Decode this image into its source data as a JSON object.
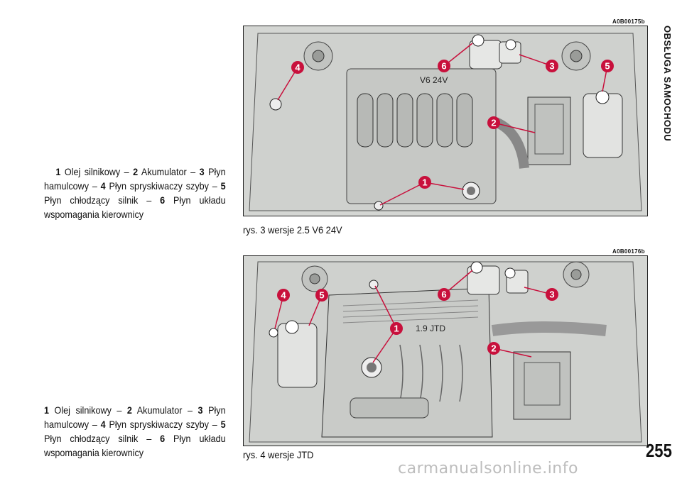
{
  "header": {
    "fig1_code": "A0B00175b",
    "fig2_code": "A0B00176b",
    "section_title": "OBSŁUGA SAMOCHODU"
  },
  "captions": {
    "n1": "1",
    "t1": " Olej silnikowy – ",
    "n2": "2",
    "t2": " Akumulator – ",
    "n3": "3",
    "t3": " Płyn hamulcowy – ",
    "n4": "4",
    "t4": " Płyn spryskiwaczy szyby – ",
    "n5": "5",
    "t5": " Płyn chłodzący silnik – ",
    "n6": "6",
    "t6": " Płyn układu wspomagania kierownicy"
  },
  "figures": {
    "fig1_label": "rys. 3 wersje 2.5 V6 24V",
    "fig2_label": "rys. 4 wersje JTD",
    "fig1_engine_text": "V6   24V",
    "fig2_engine_text": "1.9  JTD",
    "marker_color": "#c8103c",
    "fig1_markers": [
      "1",
      "2",
      "3",
      "4",
      "5",
      "6"
    ],
    "fig2_markers": [
      "1",
      "2",
      "3",
      "4",
      "5",
      "6"
    ]
  },
  "footer": {
    "page_number": "255",
    "watermark": "carmanualsonline.info"
  }
}
